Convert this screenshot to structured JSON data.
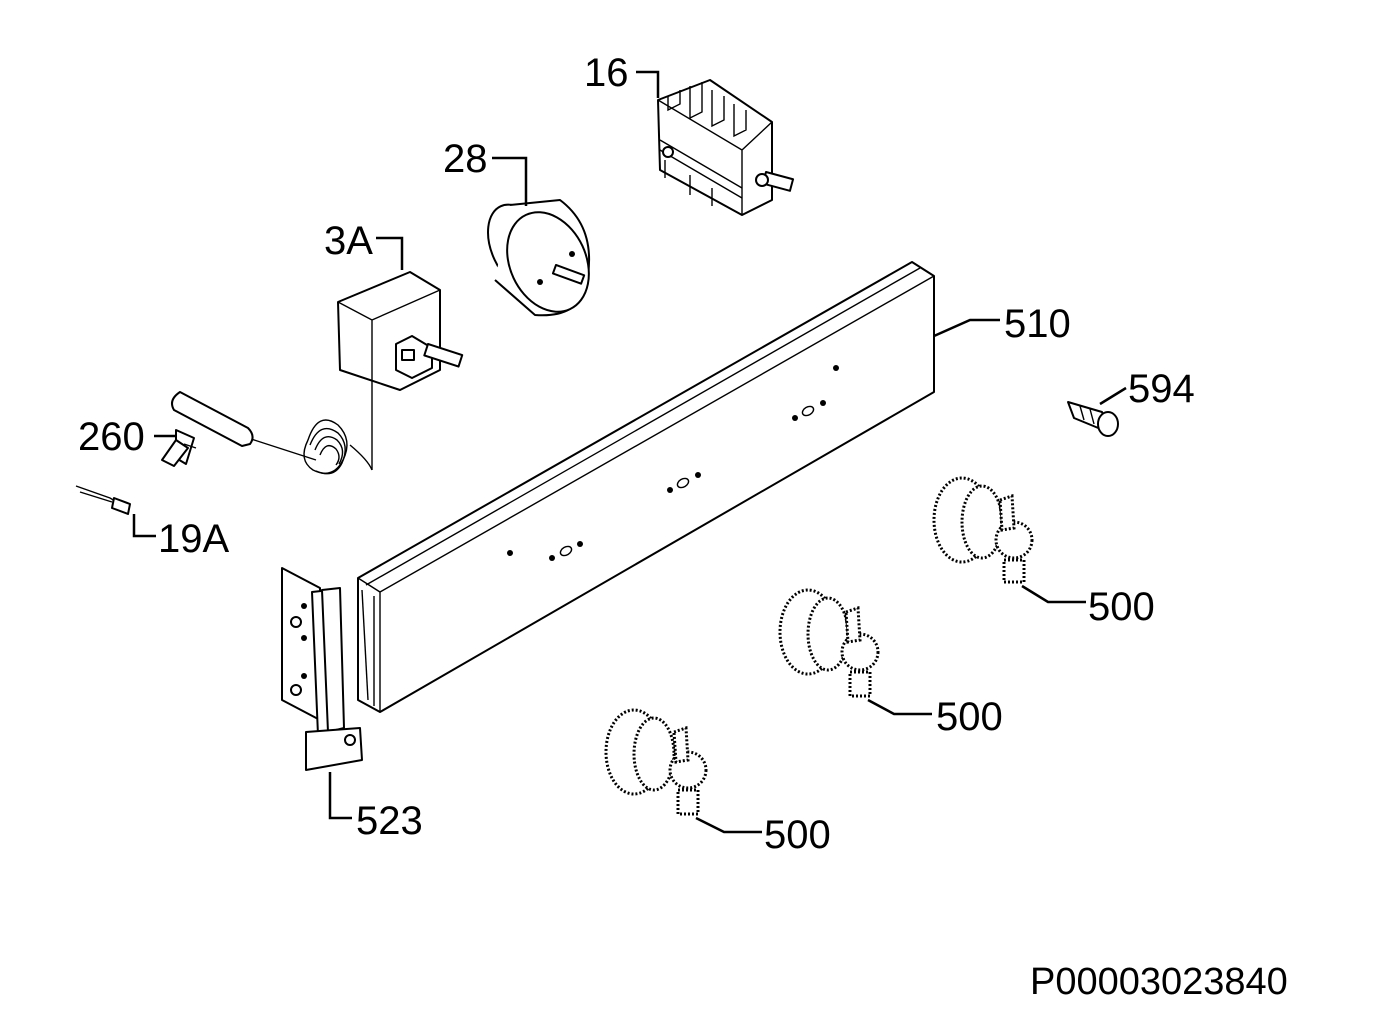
{
  "labels": {
    "p16": "16",
    "p28": "28",
    "p3a": "3A",
    "p510": "510",
    "p594": "594",
    "p260": "260",
    "p19a": "19A",
    "p500a": "500",
    "p500b": "500",
    "p500c": "500",
    "p523": "523"
  },
  "drawing_code": "P00003023840"
}
